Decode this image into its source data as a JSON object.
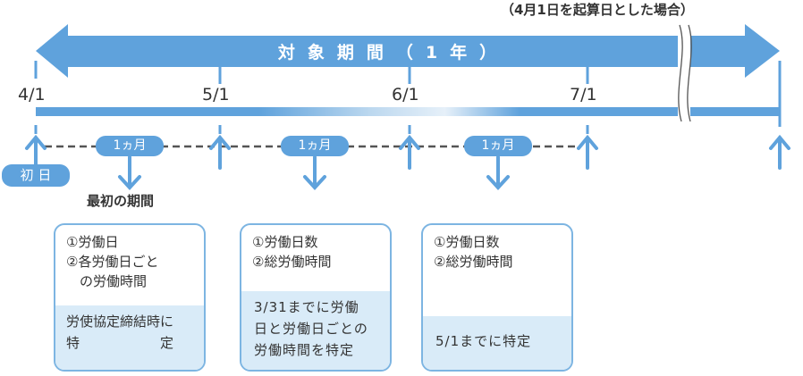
{
  "subtitle": "（4月1日を起算日とした場合）",
  "period_title": "対象期間（1年）",
  "dates": [
    "4/1",
    "5/1",
    "6/1",
    "7/1"
  ],
  "month_pill": "1ヵ月",
  "first_day": "初 日",
  "first_period": "最初の期間",
  "boxes": [
    {
      "top": [
        "①労働日",
        "②各労働日ごと",
        "　の労働時間"
      ],
      "bottom": [
        "労使協定締結時に",
        "特　　　　　　定"
      ]
    },
    {
      "top": [
        "①労働日数",
        "②総労働時間"
      ],
      "bottom": [
        "3/31までに労働",
        "日と労働日ごとの",
        "労働時間を特定"
      ]
    },
    {
      "top": [
        "①労働日数",
        "②総労働時間"
      ],
      "bottom": [
        "5/1までに特定"
      ]
    }
  ],
  "colors": {
    "accent": "#5fa2dc",
    "light": "#d9ebf8",
    "border": "#7db5e2"
  }
}
